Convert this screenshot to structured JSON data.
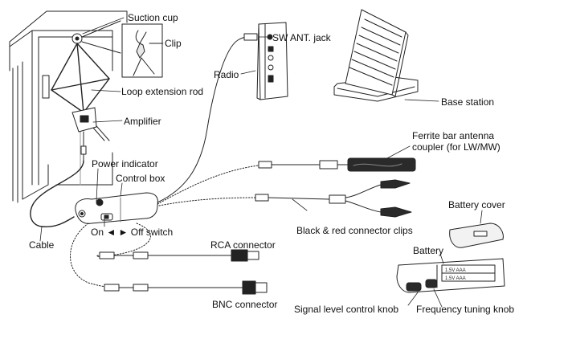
{
  "labels": {
    "suction_cup": "Suction cup",
    "clip": "Clip",
    "loop_extension_rod": "Loop extension rod",
    "amplifier": "Amplifier",
    "sw_ant_jack": "SW ANT. jack",
    "radio": "Radio",
    "base_station": "Base station",
    "ferrite_line1": "Ferrite bar antenna",
    "ferrite_line2": "coupler (for LW/MW)",
    "power_indicator": "Power indicator",
    "control_box": "Control box",
    "on_off_switch": "On ◄ ► Off switch",
    "cable": "Cable",
    "connector_clips": "Black & red connector clips",
    "battery_cover": "Battery cover",
    "battery": "Battery",
    "rca_connector": "RCA connector",
    "bnc_connector": "BNC connector",
    "signal_knob": "Signal level control knob",
    "frequency_knob": "Frequency tuning knob",
    "battery_cell_text": "1.5V  AAA"
  },
  "colors": {
    "line": "#222222",
    "fill_light": "#f2f2f2",
    "fill_dark": "#2a2a2a"
  }
}
